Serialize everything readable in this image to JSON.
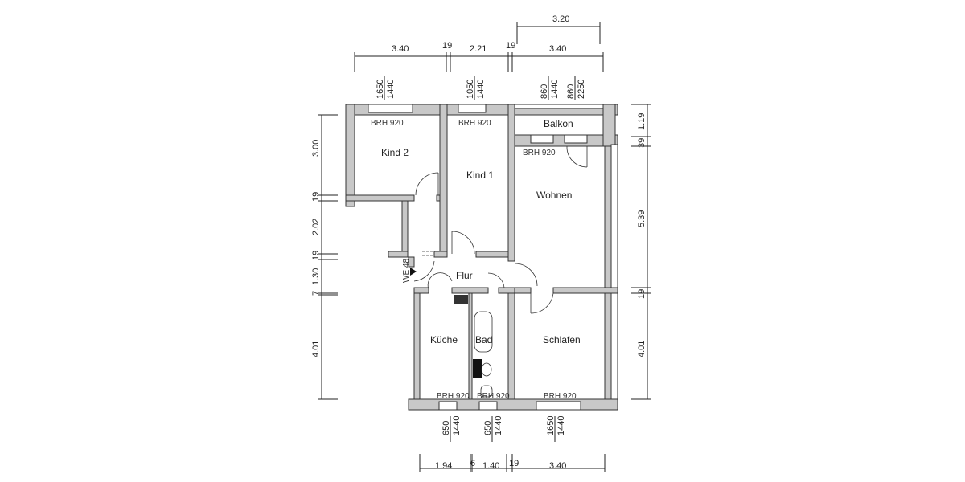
{
  "rooms": {
    "kind2": "Kind 2",
    "kind1": "Kind 1",
    "balkon": "Balkon",
    "wohnen": "Wohnen",
    "flur": "Flur",
    "kueche": "Küche",
    "bad": "Bad",
    "schlafen": "Schlafen"
  },
  "entrance_label": "WE 48",
  "sill_label": "BRH 920",
  "dimensions": {
    "top_outer": [
      "3.20"
    ],
    "top": [
      "3.40",
      "19",
      "2.21",
      "19",
      "3.40"
    ],
    "left": [
      "3.00",
      "19",
      "2.02",
      "19",
      "1.30",
      "7",
      "4.01"
    ],
    "right": [
      "1.19",
      "39",
      "5.39",
      "19",
      "4.01"
    ],
    "bottom": [
      "1.94",
      "6",
      "1.40",
      "19",
      "3.40"
    ]
  },
  "windows_top": [
    {
      "width": "1650",
      "height": "1440"
    },
    {
      "width": "1050",
      "height": "1440"
    },
    {
      "width": "860",
      "height": "1440"
    },
    {
      "width": "860",
      "height": "2250"
    }
  ],
  "windows_bottom": [
    {
      "width": "650",
      "height": "1440"
    },
    {
      "width": "650",
      "height": "1440"
    },
    {
      "width": "1650",
      "height": "1440"
    }
  ]
}
